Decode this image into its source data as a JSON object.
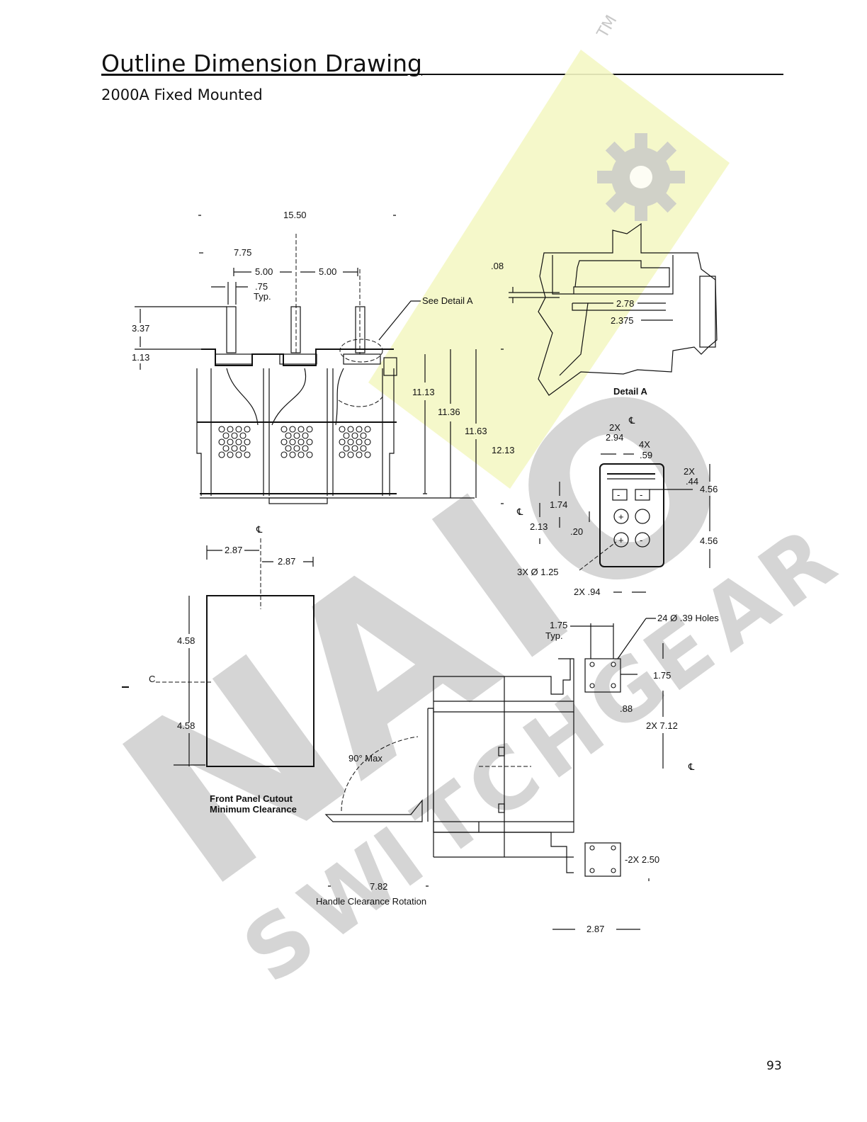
{
  "header": {
    "title": "Outline Dimension Drawing",
    "subtitle": "2000A Fixed Mounted"
  },
  "footer": {
    "page_number": "93"
  },
  "watermark": {
    "letters_big": [
      "N",
      "A",
      "I",
      "O"
    ],
    "letters_small": [
      "S",
      "W",
      "I",
      "T",
      "C",
      "H",
      "G",
      "E",
      "A",
      "R"
    ],
    "tm": "TM",
    "color_dark": "#c8c8c8",
    "color_yellow": "#f4f7c4"
  },
  "drawing": {
    "front_view": {
      "dims": {
        "overall_width": "15.50",
        "half_width": "7.75",
        "pole_left": "5.00",
        "pole_right": "5.00",
        "terminal_width": ".75",
        "terminal_width_note": "Typ.",
        "terminal_height": "3.37",
        "terminal_offset": "1.13",
        "height_1": "11.13",
        "height_2": "11.36",
        "height_3": "11.63",
        "height_4": "12.13"
      },
      "see_detail": "See Detail A"
    },
    "detail_a": {
      "caption": "Detail A",
      "dims": {
        "offset": ".08",
        "width_1": "2.78",
        "width_2": "2.375"
      }
    },
    "control_panel": {
      "dims": {
        "width_label": "2X",
        "width": "2.94",
        "offset_label": "4X",
        "offset": ".59",
        "inset_label": "2X",
        "inset": ".44",
        "upper": "4.56",
        "lower": "4.56",
        "to_buttons": "1.74",
        "to_center": "2.13",
        "gap": ".20",
        "holes": "3X Ø 1.25",
        "bottom": "2X .94"
      },
      "buttons": {
        "open": "-",
        "close": "-",
        "on": "+",
        "off": "-"
      }
    },
    "cutout": {
      "caption_line1": "Front Panel Cutout",
      "caption_line2": "Minimum Clearance",
      "dims": {
        "left": "2.87",
        "right": "2.87",
        "upper": "4.58",
        "lower": "4.58"
      },
      "center_label": "C"
    },
    "side_view": {
      "dims": {
        "flange_width": "1.75",
        "flange_note": "Typ.",
        "holes": "24 Ø .39 Holes",
        "hole_spacing": "1.75",
        "flange_offset": ".88",
        "span_upper": "2X 7.12",
        "span_lower": "-2X 2.50",
        "handle_angle": "90° Max",
        "handle_clearance": "7.82",
        "handle_note": "Handle Clearance Rotation",
        "bottom": "2.87"
      }
    }
  }
}
